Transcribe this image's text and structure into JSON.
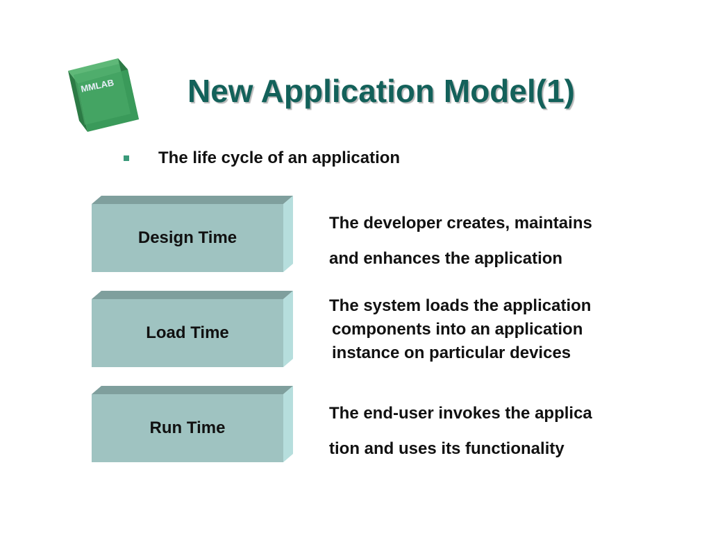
{
  "logo": {
    "text": "MMLAB",
    "icon": "cube-logo-icon"
  },
  "title": "New Application Model(1)",
  "bullet": {
    "text": "The life cycle of an application"
  },
  "stages": [
    {
      "label": "Design Time",
      "description": [
        "The developer creates, maintains",
        "and enhances the application"
      ]
    },
    {
      "label": "Load Time",
      "description": [
        "The system loads the application",
        "components into an application",
        "instance on particular devices"
      ]
    },
    {
      "label": "Run Time",
      "description": [
        "The end-user invokes the applica",
        "tion and uses its functionality"
      ]
    }
  ],
  "colors": {
    "title": "#13615a",
    "box_front": "#9fc3c1",
    "box_top": "#7f9f9d",
    "box_side": "#b6dedd",
    "logo_green": "#3a9a5a",
    "bullet": "#3a9a7a"
  }
}
